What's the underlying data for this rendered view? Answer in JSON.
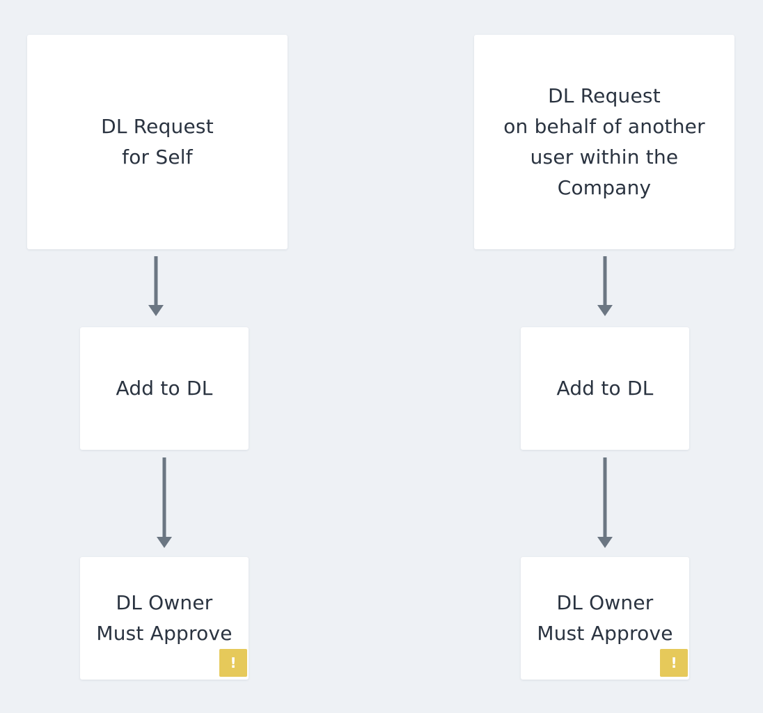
{
  "flows": {
    "left": {
      "request": "DL Request\nfor Self",
      "action": "Add to DL",
      "approval": "DL Owner\nMust Approve",
      "approval_badge": "!"
    },
    "right": {
      "request": "DL Request\non behalf of another\nuser within the\nCompany",
      "action": "Add to DL",
      "approval": "DL Owner\nMust Approve",
      "approval_badge": "!"
    }
  },
  "colors": {
    "background": "#eef1f5",
    "card": "#ffffff",
    "arrow": "#6b7682",
    "warning_badge": "#e6c95a",
    "text": "#2a3340"
  },
  "icons": {
    "connector": "arrow-down-icon",
    "badge": "warning-icon"
  }
}
